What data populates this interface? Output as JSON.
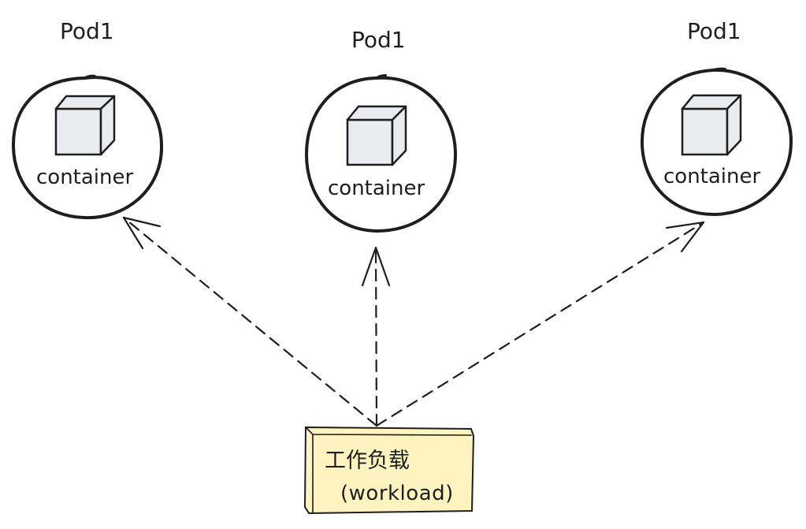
{
  "pods": [
    {
      "title": "Pod1",
      "container_label": "container"
    },
    {
      "title": "Pod1",
      "container_label": "container"
    },
    {
      "title": "Pod1",
      "container_label": "container"
    }
  ],
  "workload": {
    "title": "工作负载",
    "subtitle": "(workload)"
  },
  "colors": {
    "stroke": "#1e1e1e",
    "cube_fill": "#e9ecef",
    "note_fill": "#fff3bf",
    "note_stroke": "#1e1e1e"
  }
}
